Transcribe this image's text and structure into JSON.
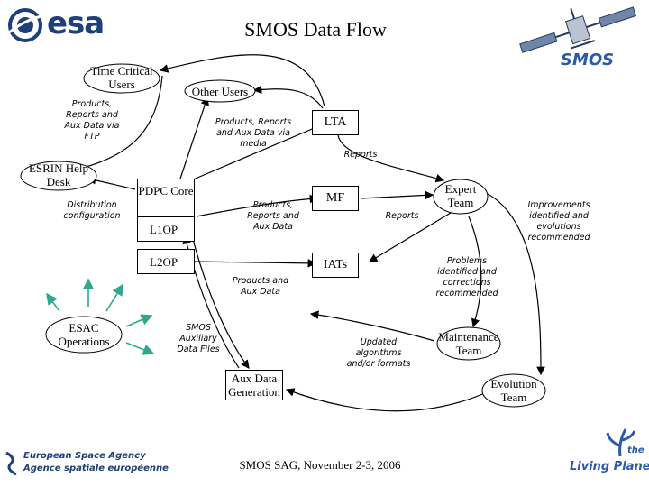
{
  "header": {
    "org_logo": "esa",
    "title": "SMOS Data Flow",
    "mission_logo": "SMOS"
  },
  "nodes": {
    "time_critical_users": "Time Critical Users",
    "other_users": "Other Users",
    "lta": "LTA",
    "esrin_help_desk": "ESRIN Help Desk",
    "pdpc_core": "PDPC Core",
    "l1op": "L1OP",
    "l2op": "L2OP",
    "mf": "MF",
    "expert_team": "Expert Team",
    "iats": "IATs",
    "esac_operations": "ESAC Operations",
    "aux_data_generation": "Aux Data Generation",
    "maintenance_team": "Maintenance Team",
    "evolution_team": "Evolution Team"
  },
  "edge_labels": {
    "ftp": "Products, Reports and Aux Data via FTP",
    "media": "Products, Reports and Aux Data via media",
    "reports_lta": "Reports",
    "distribution": "Distribution configuration",
    "products_reports_aux": "Products, Reports and Aux Data",
    "reports_mf": "Reports",
    "improvements": "Improvements identified and evolutions recommended",
    "problems": "Problems identified and corrections recommended",
    "products_aux": "Products and Aux Data",
    "smos_aux_files": "SMOS Auxiliary Data Files",
    "updated_algorithms": "Updated algorithms and/or formats"
  },
  "footer": {
    "agency_en": "European Space Agency",
    "agency_fr": "Agence spatiale européenne",
    "event": "SMOS SAG, November 2-3, 2006",
    "living_planet_the": "the",
    "living_planet": "Living Planet"
  },
  "colors": {
    "esa_blue": "#1d3f7a",
    "arrow_teal": "#2fa88e"
  }
}
